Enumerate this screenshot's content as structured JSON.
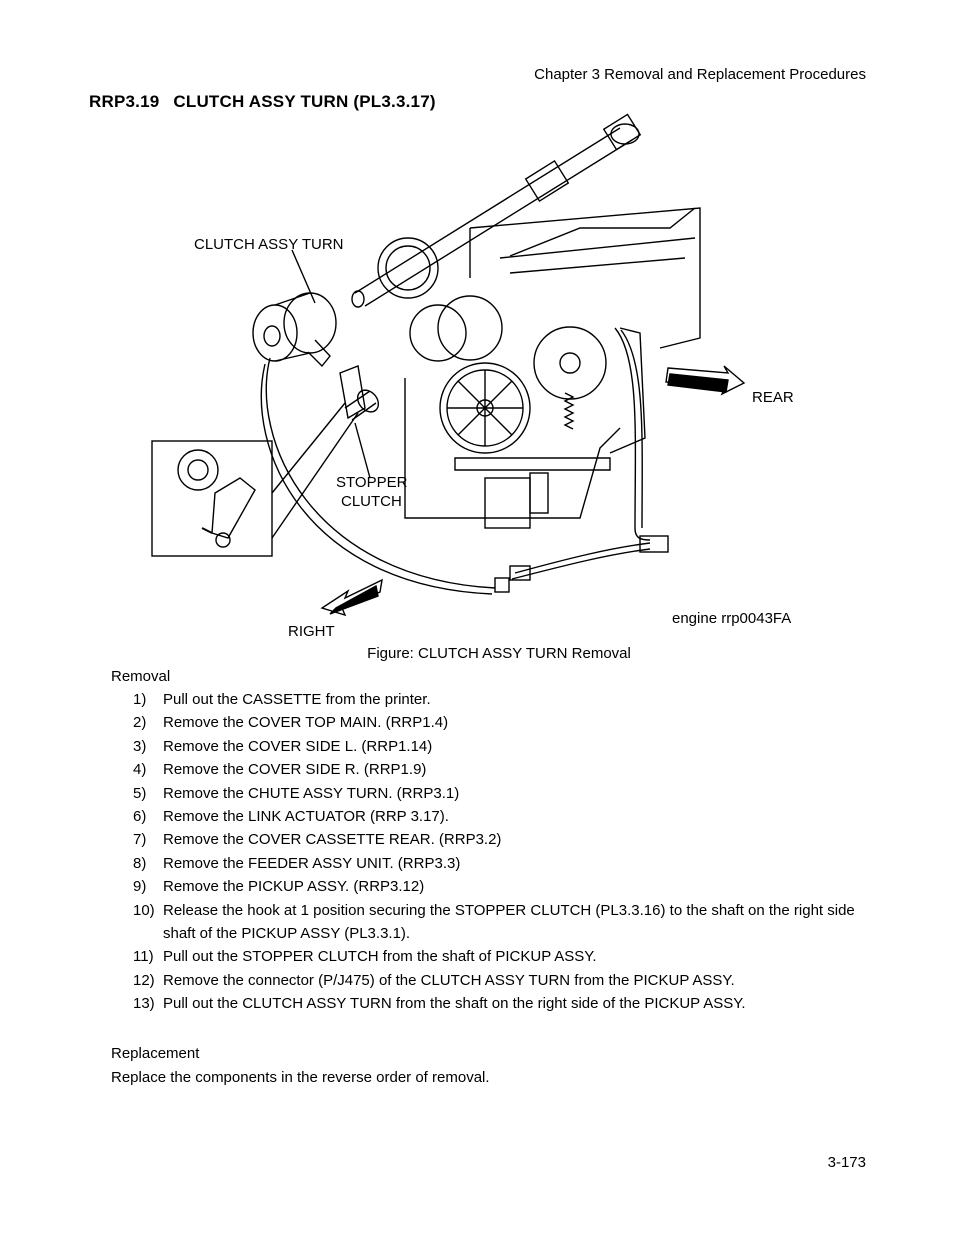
{
  "header": {
    "chapter": "Chapter 3  Removal and Replacement Procedures"
  },
  "section": {
    "number": "RRP3.19",
    "title": "CLUTCH ASSY TURN (PL3.3.17)"
  },
  "figure": {
    "labels": {
      "clutch_assy_turn": "CLUTCH ASSY TURN",
      "rear": "REAR",
      "stopper_line1": "STOPPER",
      "stopper_line2": "CLUTCH",
      "right": "RIGHT",
      "code": "engine rrp0043FA"
    },
    "caption": "Figure: CLUTCH ASSY TURN Removal"
  },
  "removal": {
    "heading": "Removal",
    "steps": [
      {
        "num": "1)",
        "text": "Pull out the CASSETTE from the printer."
      },
      {
        "num": "2)",
        "text": "Remove the COVER TOP MAIN. (RRP1.4)"
      },
      {
        "num": "3)",
        "text": "Remove the COVER SIDE L. (RRP1.14)"
      },
      {
        "num": "4)",
        "text": "Remove the COVER SIDE R. (RRP1.9)"
      },
      {
        "num": "5)",
        "text": "Remove the CHUTE ASSY TURN. (RRP3.1)"
      },
      {
        "num": "6)",
        "text": "Remove the LINK ACTUATOR (RRP 3.17)."
      },
      {
        "num": "7)",
        "text": "Remove the COVER CASSETTE REAR. (RRP3.2)"
      },
      {
        "num": "8)",
        "text": "Remove the FEEDER ASSY UNIT. (RRP3.3)"
      },
      {
        "num": "9)",
        "text": "Remove the PICKUP ASSY. (RRP3.12)"
      },
      {
        "num": "10)",
        "text": "Release the hook at 1 position securing the STOPPER CLUTCH (PL3.3.16) to the shaft on the right side shaft of the PICKUP ASSY (PL3.3.1)."
      },
      {
        "num": "11)",
        "text": "Pull out the STOPPER CLUTCH from the shaft of PICKUP ASSY."
      },
      {
        "num": "12)",
        "text": "Remove the connector (P/J475) of the CLUTCH ASSY TURN from the PICKUP ASSY."
      },
      {
        "num": "13)",
        "text": "Pull out the CLUTCH ASSY TURN from the shaft on the right side of the PICKUP ASSY."
      }
    ]
  },
  "replacement": {
    "heading": "Replacement",
    "text": "Replace the components in the reverse order of removal."
  },
  "page_number": "3-173"
}
